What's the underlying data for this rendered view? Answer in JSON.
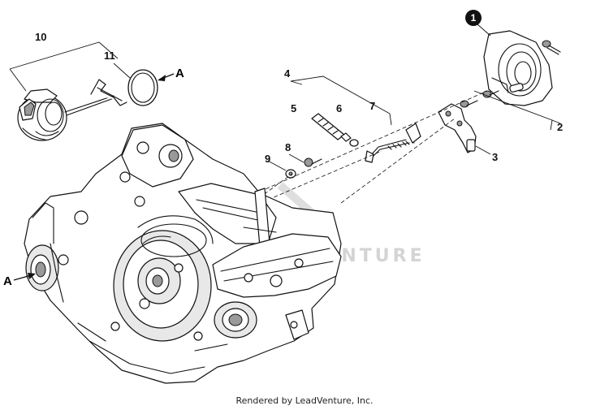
{
  "diagram": {
    "callouts": {
      "c1": "1",
      "c2": "2",
      "c3": "3",
      "c4": "4",
      "c5": "5",
      "c6": "6",
      "c7": "7",
      "c8": "8",
      "c9": "9",
      "c10": "10",
      "c11": "11"
    },
    "reference_letter_top": "A",
    "reference_letter_left": "A",
    "watermark": "LEADVENTURE",
    "credit": "Rendered by LeadVenture, Inc."
  }
}
